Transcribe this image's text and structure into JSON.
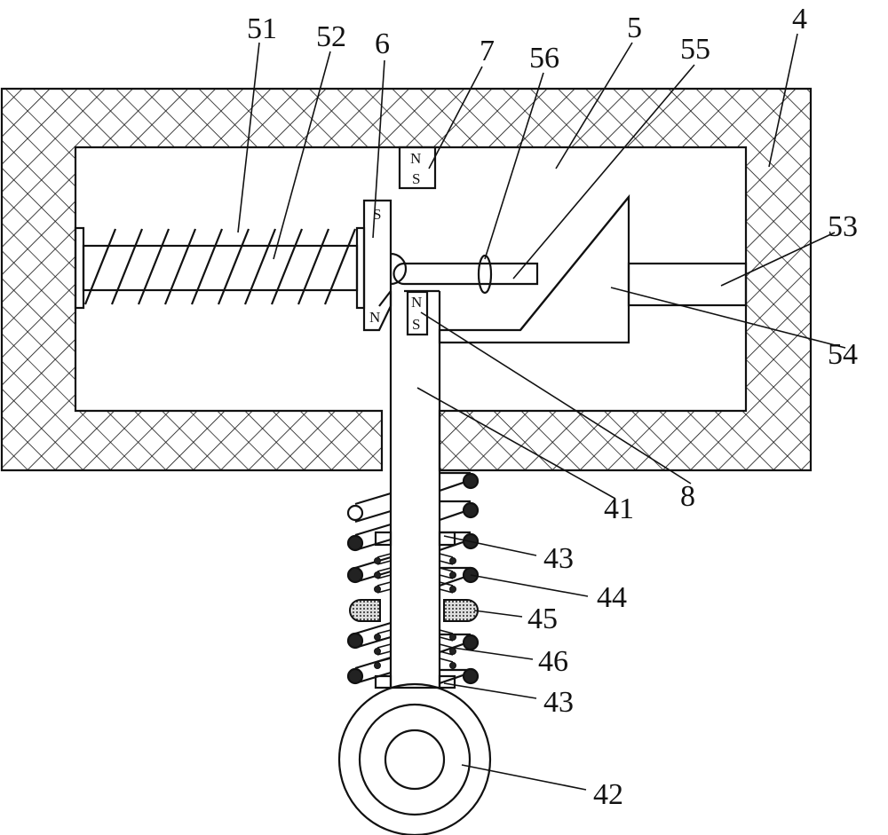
{
  "labels": {
    "l51": "51",
    "l52": "52",
    "l6": "6",
    "l7": "7",
    "l56": "56",
    "l5": "5",
    "l55": "55",
    "l4": "4",
    "l53": "53",
    "l54": "54",
    "l41": "41",
    "l8": "8",
    "l43a": "43",
    "l44": "44",
    "l45": "45",
    "l46": "46",
    "l43b": "43",
    "l42": "42"
  },
  "magnets": {
    "m7_n": "N",
    "m7_s": "S",
    "m6_s": "S",
    "m6_n": "N",
    "m8_n": "N",
    "m8_s": "S"
  },
  "colors": {
    "line": "#111111",
    "background": "#ffffff"
  }
}
